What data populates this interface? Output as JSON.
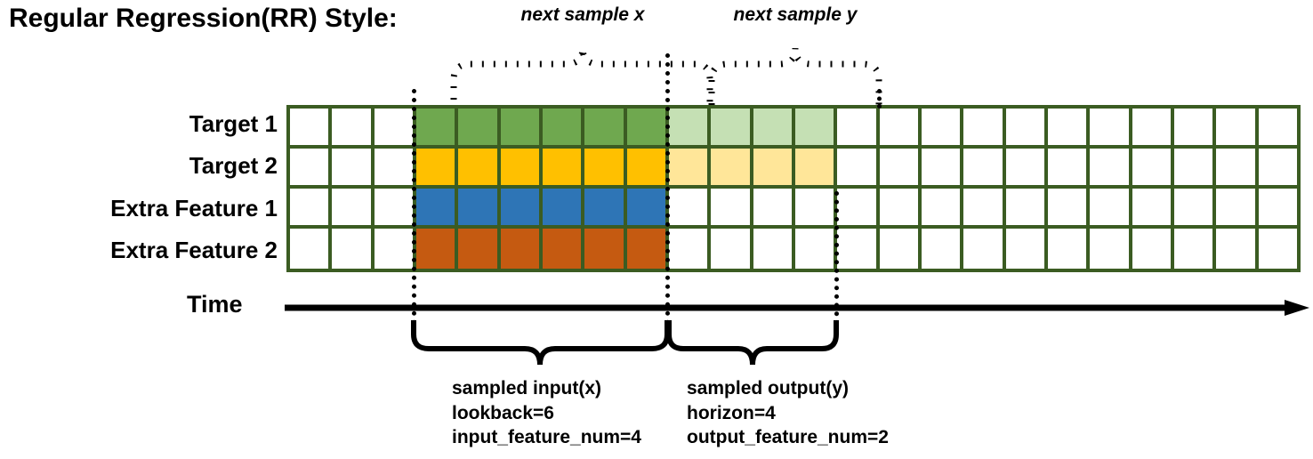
{
  "title": "Regular Regression(RR) Style:",
  "rows": [
    {
      "label": "Target 1",
      "name": "target-1"
    },
    {
      "label": "Target 2",
      "name": "target-2"
    },
    {
      "label": "Extra Feature 1",
      "name": "extra-feature-1"
    },
    {
      "label": "Extra Feature 2",
      "name": "extra-feature-2"
    }
  ],
  "grid": {
    "columns": 24,
    "lead_blank_columns": 3,
    "input_columns": 6,
    "output_columns": 4,
    "trailing_blank_columns": 11,
    "border_color": "#3B5C22",
    "empty_color": "#FFFFFF",
    "fills": [
      {
        "row": "target-1",
        "input": "#6FA84F",
        "output": "#C5E0B4"
      },
      {
        "row": "target-2",
        "input": "#FFC000",
        "output": "#FFE699"
      },
      {
        "row": "extra-feature-1",
        "input": "#2E75B6",
        "output": "#FFFFFF"
      },
      {
        "row": "extra-feature-2",
        "input": "#C55A11",
        "output": "#FFFFFF"
      }
    ]
  },
  "axis": {
    "label": "Time",
    "direction": "right"
  },
  "top_annotations": [
    {
      "text": "next sample x",
      "name": "next-sample-x"
    },
    {
      "text": "next sample y",
      "name": "next-sample-y"
    }
  ],
  "bottom_annotations": [
    {
      "name": "sampled-input",
      "lines": [
        "sampled input(x)",
        "lookback=6",
        "input_feature_num=4"
      ]
    },
    {
      "name": "sampled-output",
      "lines": [
        "sampled output(y)",
        "horizon=4",
        "output_feature_num=2"
      ]
    }
  ]
}
